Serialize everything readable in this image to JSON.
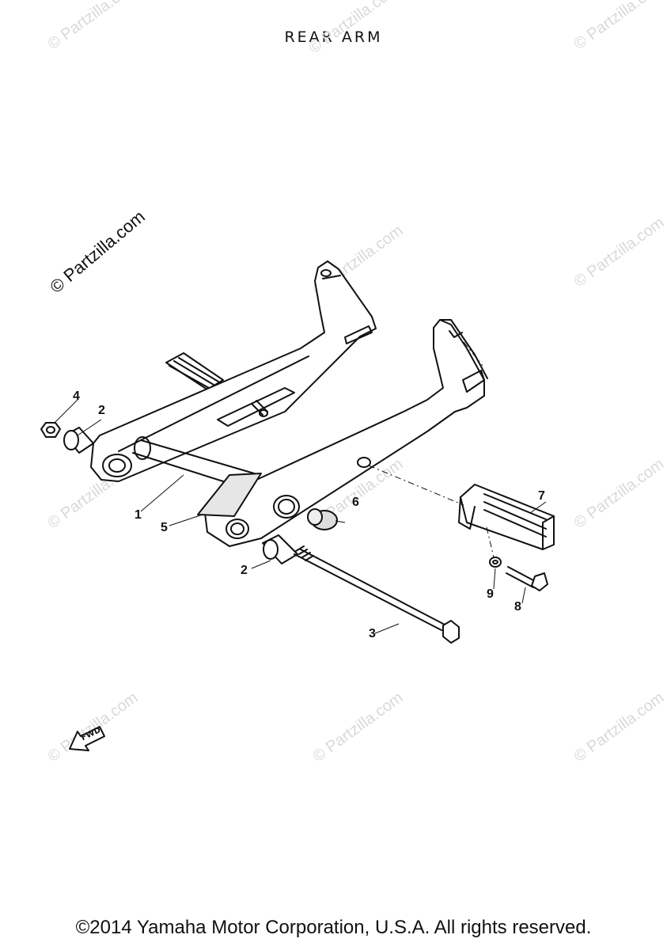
{
  "title": "REAR ARM",
  "watermark": {
    "text": "© Partzilla.com",
    "faint_text": "© Partzilla.com"
  },
  "callouts": [
    {
      "id": "callout-1",
      "label": "1"
    },
    {
      "id": "callout-2a",
      "label": "2"
    },
    {
      "id": "callout-2b",
      "label": "2"
    },
    {
      "id": "callout-3",
      "label": "3"
    },
    {
      "id": "callout-4",
      "label": "4"
    },
    {
      "id": "callout-5",
      "label": "5"
    },
    {
      "id": "callout-6",
      "label": "6"
    },
    {
      "id": "callout-7",
      "label": "7"
    },
    {
      "id": "callout-8",
      "label": "8"
    },
    {
      "id": "callout-9",
      "label": "9"
    }
  ],
  "fwd_label": "FWD",
  "footer": "©2014 Yamaha Motor Corporation, U.S.A. All rights reserved.",
  "colors": {
    "line": "#111111",
    "watermark": "#d9d9d9"
  }
}
